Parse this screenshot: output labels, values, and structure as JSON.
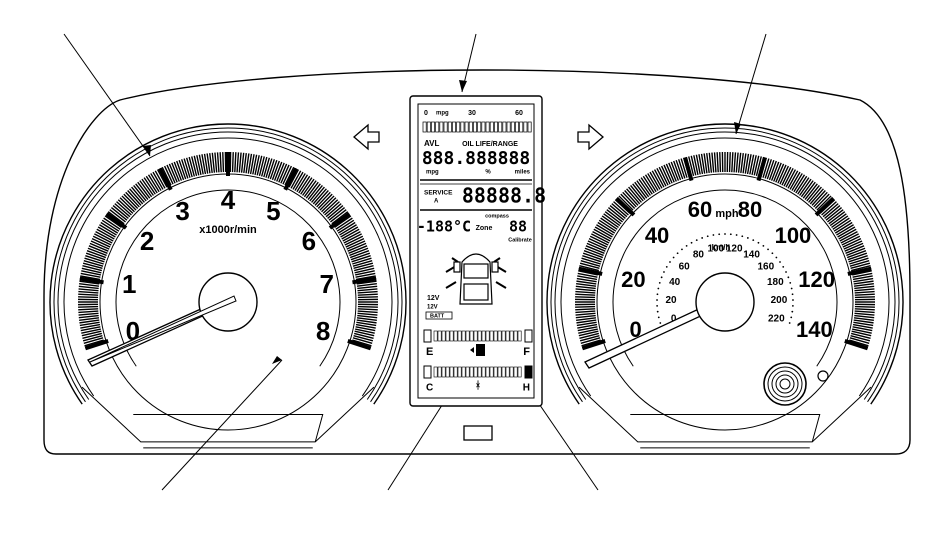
{
  "tachometer": {
    "numbers": [
      "0",
      "1",
      "2",
      "3",
      "4",
      "5",
      "6",
      "7",
      "8"
    ],
    "unit": "x1000r/min"
  },
  "speedometer": {
    "mph_numbers": [
      "0",
      "20",
      "40",
      "60",
      "80",
      "100",
      "120",
      "140"
    ],
    "kmh_numbers": [
      "0",
      "20",
      "40",
      "60",
      "80",
      "100",
      "120",
      "140",
      "160",
      "180",
      "200",
      "220"
    ],
    "mph_unit": "mph",
    "kmh_unit": "km/h"
  },
  "display": {
    "bar_scale": [
      "0",
      "mpg",
      "30",
      "60"
    ],
    "avl": "AVL",
    "oil_life_range": "OIL LIFE/RANGE",
    "seg_top": "888.888888",
    "sub_labels": [
      "mpg",
      "%",
      "miles"
    ],
    "service": "SERVICE",
    "service_a": "A",
    "seg_service": "88888.8",
    "temp": "-188°C",
    "compass": "compass",
    "zone": "Zone",
    "compass_seg": "88",
    "calibrate": "Calibrate",
    "unit_12v": "12V",
    "ecu": "12V",
    "batt": "BATT",
    "fuel_e": "E",
    "fuel_f": "F",
    "temp_c": "C",
    "temp_h": "H",
    "temp_sym": "ᚼ"
  },
  "colors": {
    "line": "#000000",
    "background": "#ffffff"
  }
}
